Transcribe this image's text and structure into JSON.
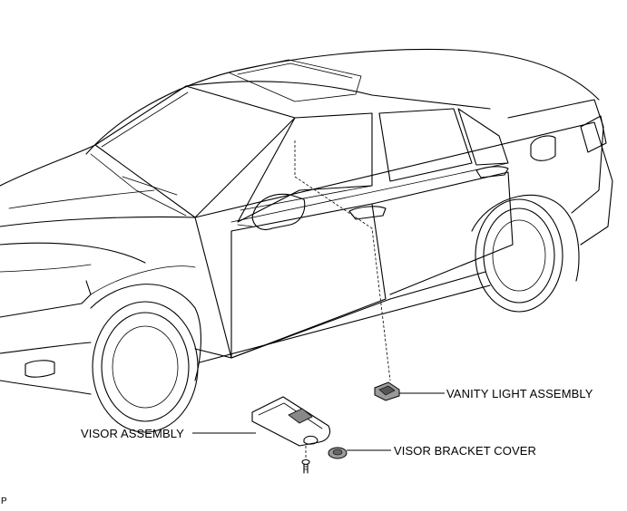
{
  "labels": {
    "vanity_light": "VANITY LIGHT ASSEMBLY",
    "visor_assembly": "VISOR ASSEMBLY",
    "visor_bracket_cover": "VISOR BRACKET COVER",
    "page_marker": "P"
  },
  "colors": {
    "line": "#000000",
    "part_fill": "#9a9a9a",
    "background": "#ffffff"
  }
}
